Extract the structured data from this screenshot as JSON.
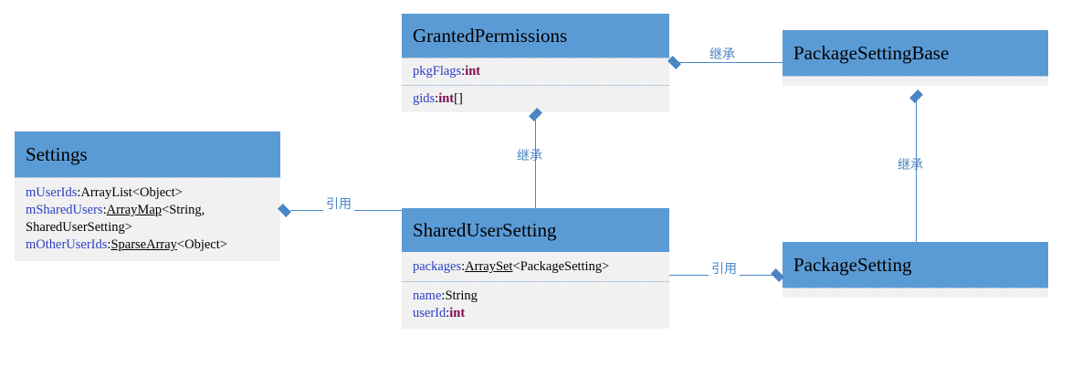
{
  "diagram": {
    "type": "uml-class-diagram",
    "title": "",
    "palette": {
      "header_fill": "#5B9BD5",
      "body_fill": "#F1F1F1",
      "connector": "#4A86C5",
      "field_name": "#2B3FC4",
      "primitive_type": "#7F0B4D",
      "type_text": "#000000",
      "label_text": "#4A86C5",
      "page_background": "#FFFFFF"
    },
    "classes": [
      {
        "id": "granted-permissions",
        "name": "GrantedPermissions",
        "compartments": [
          {
            "attributes": [
              {
                "name": "pkgFlags",
                "sep": ":",
                "type": "int",
                "type_kind": "primitive",
                "suffix": ""
              }
            ]
          },
          {
            "attributes": [
              {
                "name": "gids",
                "sep": ":",
                "type": "int",
                "type_kind": "primitive",
                "suffix": "[]"
              }
            ]
          }
        ]
      },
      {
        "id": "package-setting-base",
        "name": "PackageSettingBase",
        "compartments": [
          {
            "attributes": []
          }
        ]
      },
      {
        "id": "settings",
        "name": "Settings",
        "compartments": [
          {
            "attributes": [
              {
                "name": "mUserIds",
                "sep": ":",
                "type": "ArrayList<Object>",
                "type_kind": "plain",
                "suffix": ""
              },
              {
                "name": "mSharedUsers",
                "sep": ":",
                "type": "ArrayMap",
                "type_kind": "underlined",
                "suffix": "<String, SharedUserSetting>"
              },
              {
                "name": "mOtherUserIds",
                "sep": ":",
                "type": "SparseArray",
                "type_kind": "underlined",
                "suffix": "<Object>"
              }
            ]
          }
        ]
      },
      {
        "id": "shared-user-setting",
        "name": "SharedUserSetting",
        "compartments": [
          {
            "attributes": [
              {
                "name": "packages",
                "sep": ":",
                "type": "ArraySet",
                "type_kind": "underlined",
                "suffix": "<PackageSetting>"
              }
            ]
          },
          {
            "attributes": [
              {
                "name": "name",
                "sep": ":",
                "type": "String",
                "type_kind": "plain",
                "suffix": ""
              },
              {
                "name": "userId",
                "sep": ":",
                "type": "int",
                "type_kind": "primitive",
                "suffix": ""
              }
            ]
          }
        ]
      },
      {
        "id": "package-setting",
        "name": "PackageSetting",
        "compartments": [
          {
            "attributes": []
          }
        ]
      }
    ],
    "connectors": [
      {
        "id": "conn-gp-psb",
        "label": "继承",
        "from": "package-setting-base",
        "to": "granted-permissions",
        "orientation": "horizontal",
        "marker": "diamond"
      },
      {
        "id": "conn-sus-gp",
        "label": "继承",
        "from": "shared-user-setting",
        "to": "granted-permissions",
        "orientation": "vertical",
        "marker": "diamond"
      },
      {
        "id": "conn-psb-ps",
        "label": "继承",
        "from": "package-setting",
        "to": "package-setting-base",
        "orientation": "vertical",
        "marker": "diamond"
      },
      {
        "id": "conn-settings-sus",
        "label": "引用",
        "from": "shared-user-setting",
        "to": "settings",
        "orientation": "horizontal",
        "marker": "diamond"
      },
      {
        "id": "conn-sus-ps",
        "label": "引用",
        "from": "shared-user-setting",
        "to": "package-setting",
        "orientation": "horizontal",
        "marker": "diamond"
      }
    ]
  }
}
